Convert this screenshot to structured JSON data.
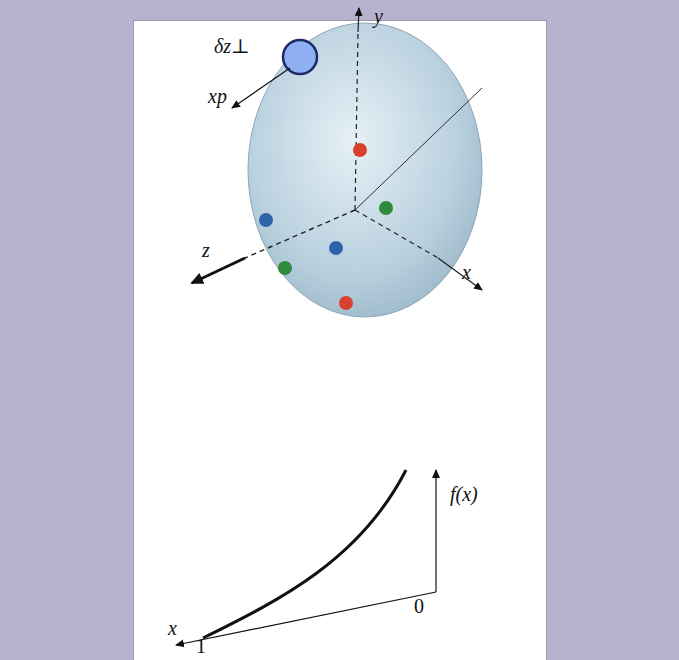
{
  "diagram": {
    "labels": [
      "δz⊥",
      "xp",
      "y",
      "z",
      "x",
      "f(x)",
      "0",
      "x",
      "1"
    ]
  }
}
